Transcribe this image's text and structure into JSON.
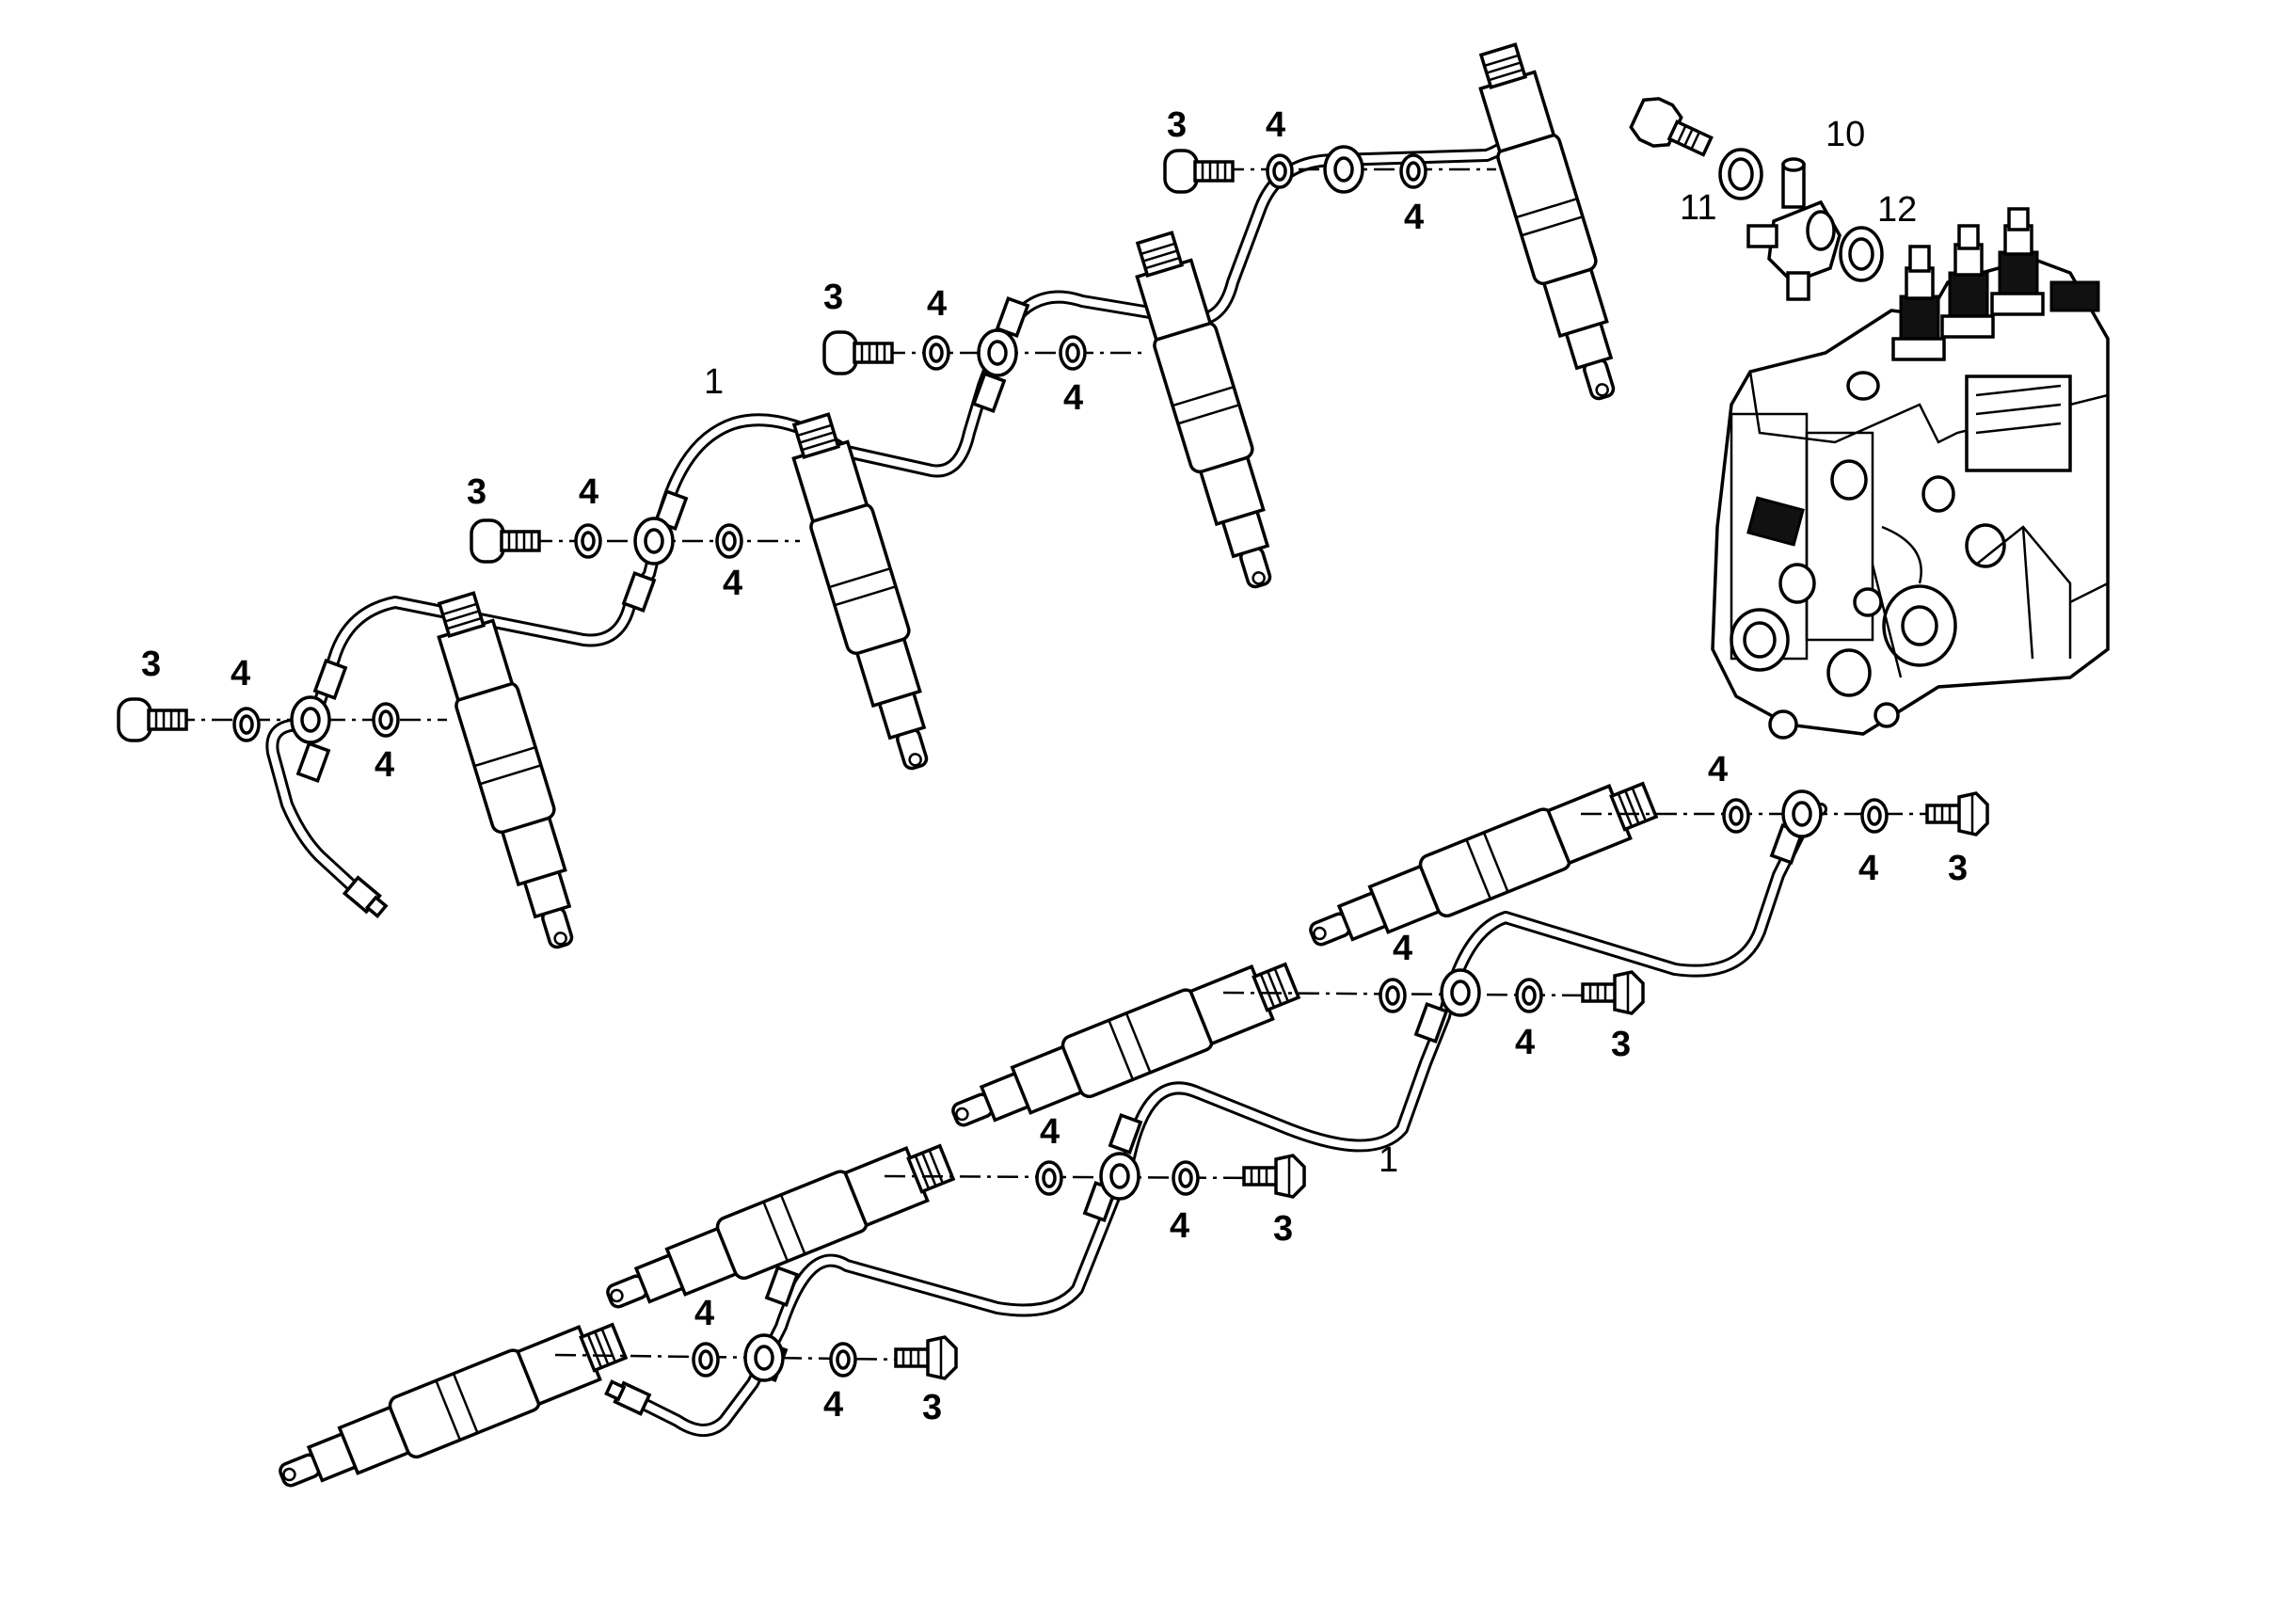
{
  "callouts": {
    "pipe": "1",
    "banjo_bolt": "3",
    "sealing_washer": "4",
    "part_10": "10",
    "part_11": "11",
    "part_12": "12"
  },
  "colors": {
    "line": "#000000",
    "background": "#ffffff"
  }
}
